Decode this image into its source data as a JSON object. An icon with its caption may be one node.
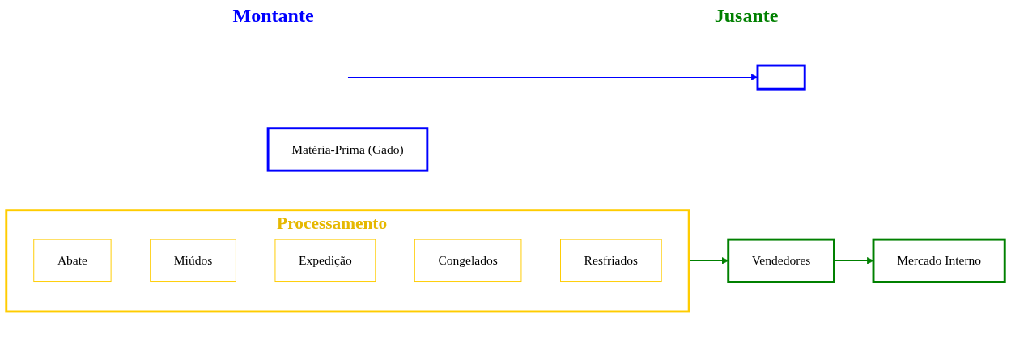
{
  "diagram": {
    "nodes": [
      {
        "text": [
          "Matéria-Prima (Gado)"
        ]
      },
      {
        "text": [],
        "shape": "box"
      },
      {
        "text": [
          "Processamento"
        ]
      },
      {
        "text": [
          "Abate"
        ],
        "in": 2
      },
      {
        "text": [
          "Miúdos"
        ],
        "in": 2
      },
      {
        "text": [
          "Expedição"
        ],
        "in": 2
      },
      {
        "text": [
          "Congelados"
        ],
        "in": 2
      },
      {
        "text": [
          "Resfriados"
        ],
        "in": 2
      },
      {
        "text": [
          "Vendedores"
        ]
      },
      {
        "text": [
          "Mercado Interno"
        ]
      }
    ],
    "edges": [
      {
        "from": null,
        "to": 1,
        "arrow": "to",
        "color": "#0000ff"
      },
      {
        "from": 2,
        "to": 8,
        "arrow": "to"
      },
      {
        "from": 8,
        "to": 9,
        "arrow": "to"
      }
    ],
    "labels": [
      "Montante",
      "Jusante"
    ]
  }
}
